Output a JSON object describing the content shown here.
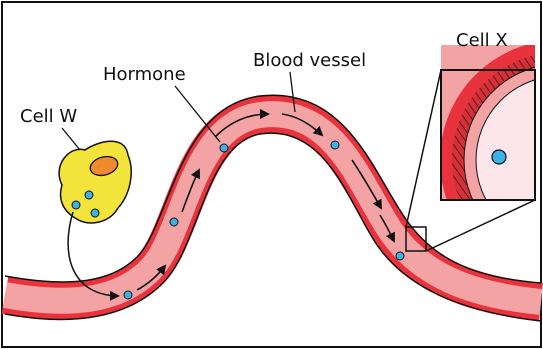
{
  "labels": {
    "cell_w": "Cell W",
    "hormone": "Hormone",
    "blood_vessel": "Blood vessel",
    "cell_x": "Cell X"
  },
  "colors": {
    "vessel_wall": "#e8333d",
    "vessel_lumen": "#f4a3a5",
    "hormone_dot": "#3bb3e6",
    "cell_w_body": "#f2e43a",
    "cell_w_nucleus": "#ef8a2e",
    "cell_x_inner": "#fde6ea",
    "outline": "#111111"
  },
  "icons": {
    "hormone": "blue-dot",
    "flow": "arrow"
  }
}
